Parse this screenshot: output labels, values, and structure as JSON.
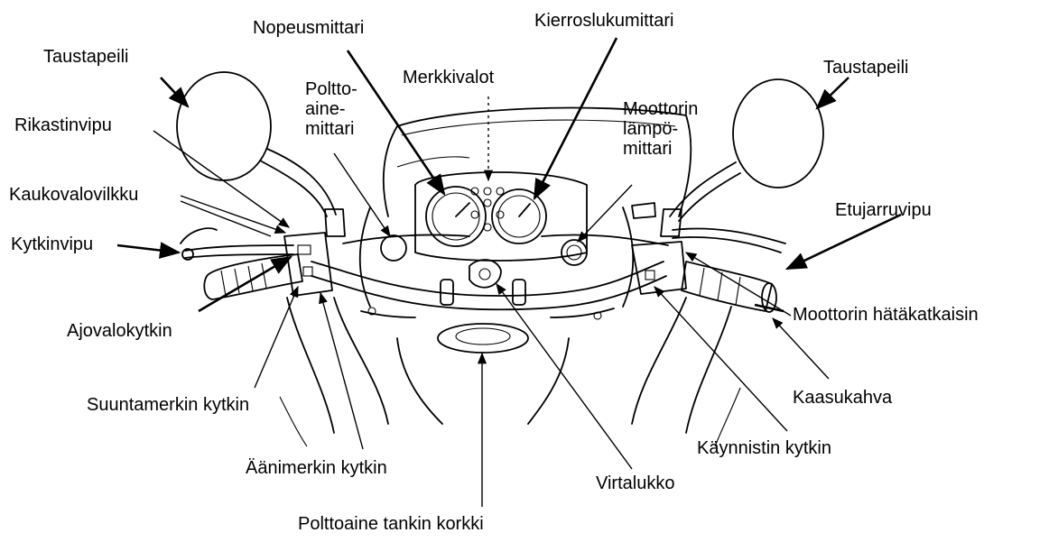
{
  "labels": {
    "rear_mirror_left": "Taustapeili",
    "rear_mirror_right": "Taustapeili",
    "speedometer": "Nopeusmittari",
    "tachometer": "Kierroslukumittari",
    "indicator_lights": "Merkkivalot",
    "fuel_gauge_line1": "Poltto-",
    "fuel_gauge_line2": "aine-",
    "fuel_gauge_line3": "mittari",
    "engine_temp_line1": "Moottorin",
    "engine_temp_line2": "lämpö-",
    "engine_temp_line3": "mittari",
    "choke_lever": "Rikastinvipu",
    "high_beam_flasher": "Kaukovalovilkku",
    "clutch_lever": "Kytkinvipu",
    "headlight_switch": "Ajovalokytkin",
    "turn_signal_switch": "Suuntamerkin kytkin",
    "horn_switch": "Äänimerkin kytkin",
    "fuel_tank_cap": "Polttoaine tankin korkki",
    "ignition_lock": "Virtalukko",
    "starter_switch": "Käynnistin kytkin",
    "throttle_grip": "Kaasukahva",
    "engine_stop_switch": "Moottorin hätäkatkaisin",
    "front_brake_lever": "Etujarruvipu"
  }
}
